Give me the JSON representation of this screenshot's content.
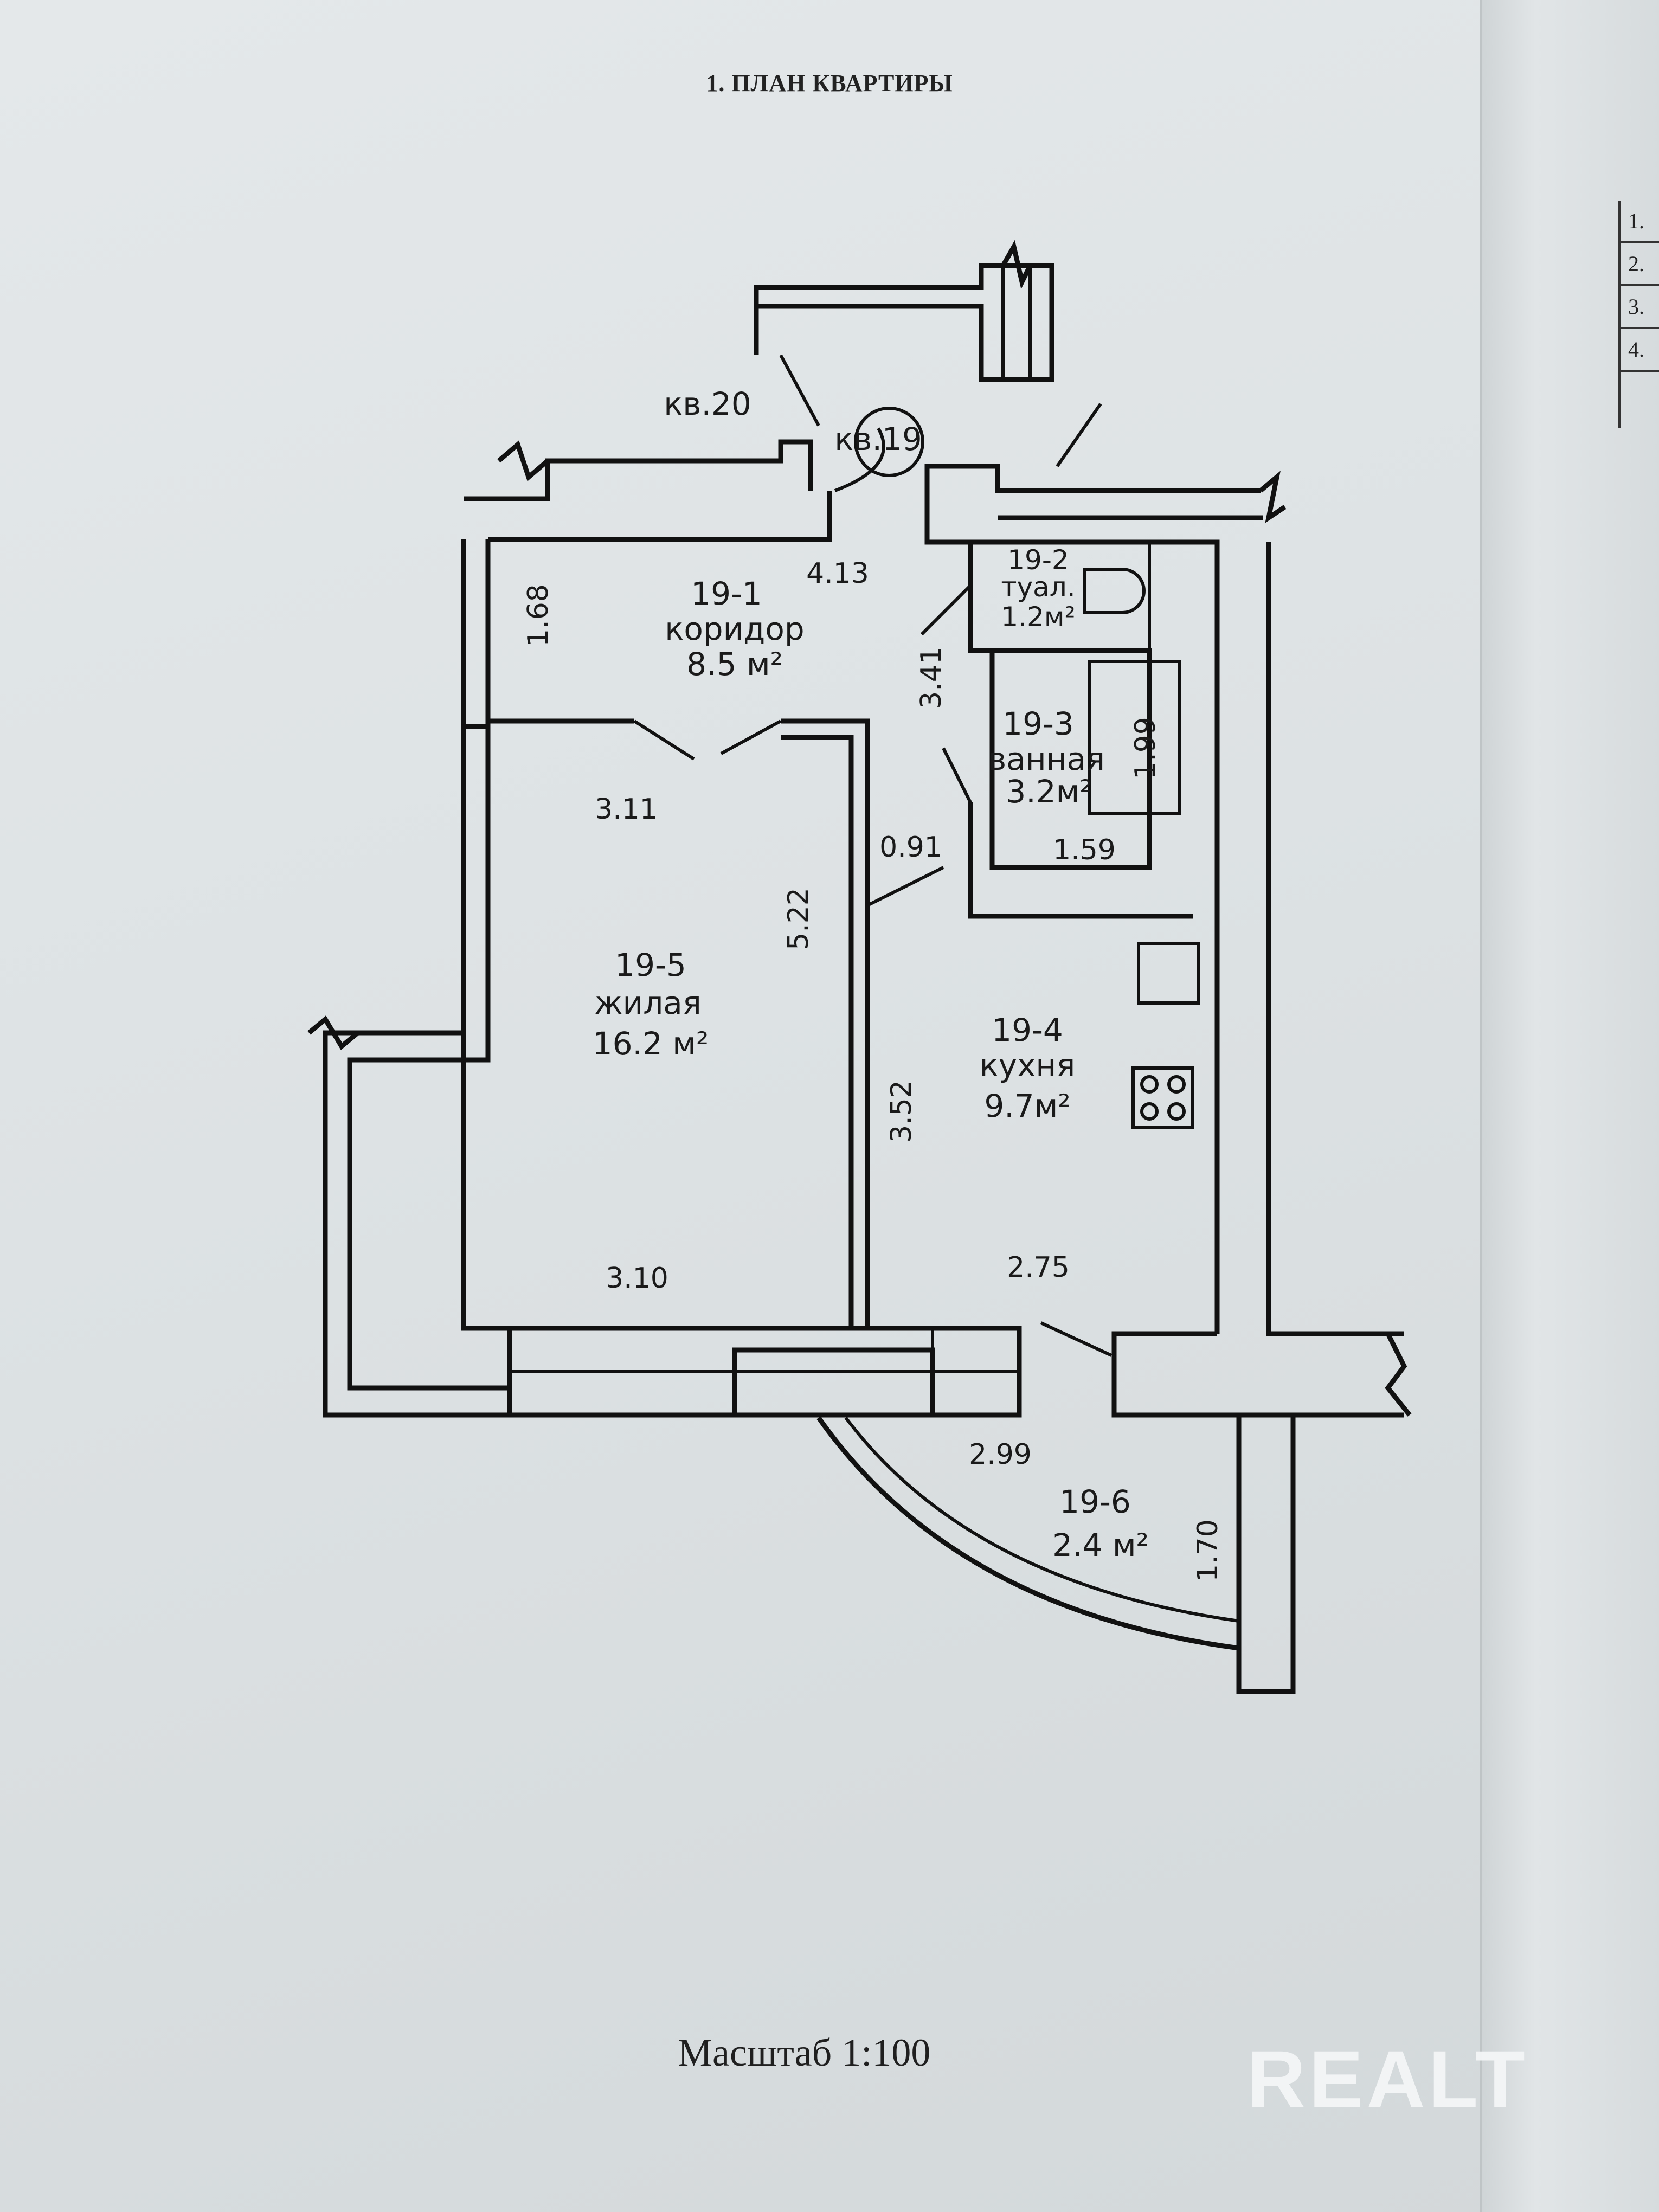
{
  "document": {
    "title": "1. ПЛАН КВАРТИРЫ",
    "scale": "Масштаб 1:100",
    "watermark": "REALT",
    "side_table_rows": [
      "1.",
      "2.",
      "3.",
      "4."
    ]
  },
  "plan": {
    "neighbors": {
      "left": "кв.20",
      "current": "кв.19"
    },
    "rooms": [
      {
        "id": "19-1",
        "name": "коридор",
        "area": "8.5 м²"
      },
      {
        "id": "19-2",
        "name": "туал.",
        "area": "1.2м²"
      },
      {
        "id": "19-3",
        "name": "ванная",
        "area": "3.2м²"
      },
      {
        "id": "19-4",
        "name": "кухня",
        "area": "9.7м²"
      },
      {
        "id": "19-5",
        "name": "жилая",
        "area": "16.2 м²"
      },
      {
        "id": "19-6",
        "name": "",
        "area": "2.4 м²"
      }
    ],
    "dimensions": {
      "d_4_13": "4.13",
      "d_1_68": "1.68",
      "d_3_41": "3.41",
      "d_1_99": "1.99",
      "d_3_11": "3.11",
      "d_0_91": "0.91",
      "d_1_59": "1.59",
      "d_5_22": "5.22",
      "d_3_52": "3.52",
      "d_3_10": "3.10",
      "d_2_75": "2.75",
      "d_2_99": "2.99",
      "d_1_70": "1.70"
    }
  }
}
